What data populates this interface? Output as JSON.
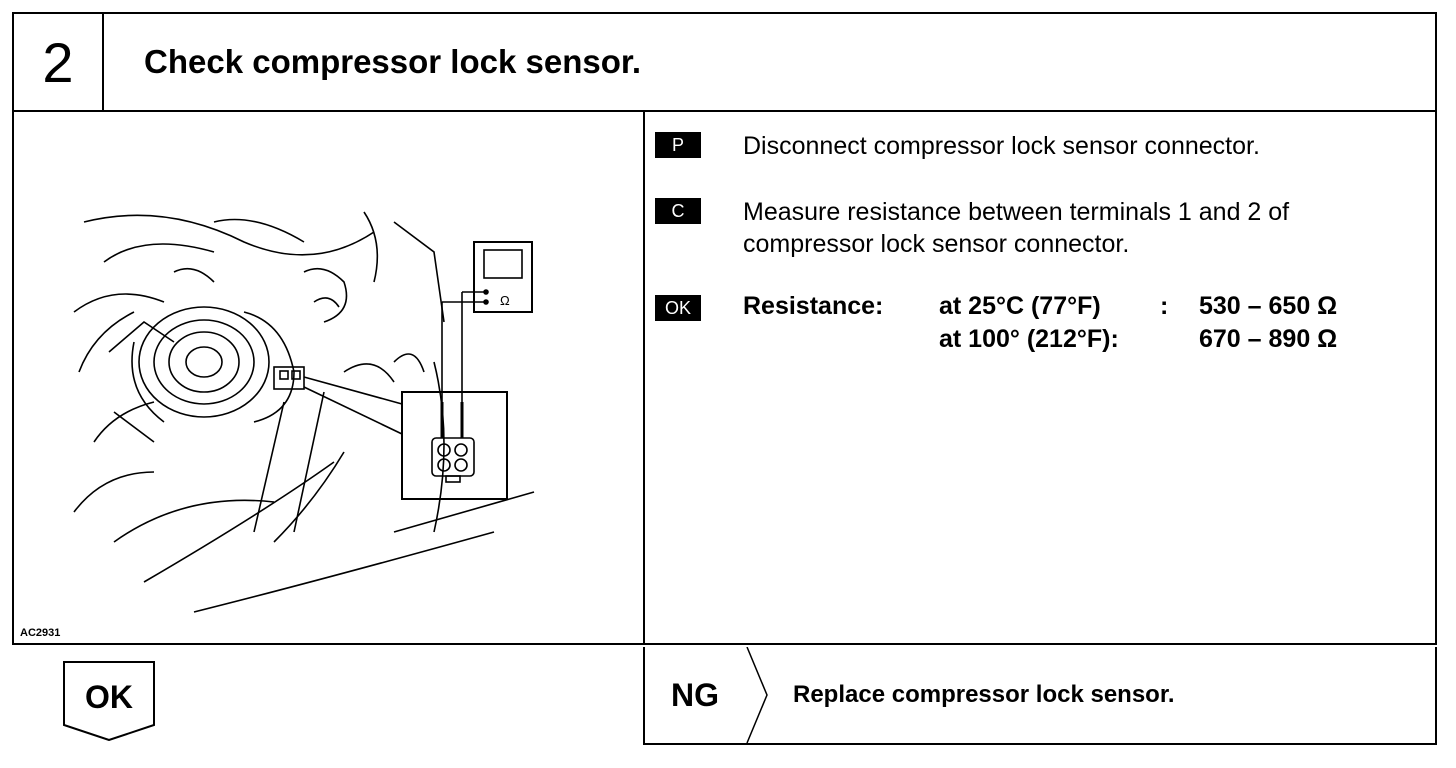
{
  "header": {
    "step_number": "2",
    "title": "Check compressor lock sensor."
  },
  "illustration": {
    "figure_code": "AC2931",
    "meter_symbol": "Ω"
  },
  "instructions": [
    {
      "badge": "P",
      "text": "Disconnect compressor lock sensor connector."
    },
    {
      "badge": "C",
      "text": "Measure resistance between terminals 1 and 2 of compressor lock sensor connector."
    }
  ],
  "ok_spec": {
    "badge": "OK",
    "label": "Resistance:",
    "rows": [
      {
        "condition": "at 25°C (77°F)",
        "sep": ":",
        "value": "530 – 650 Ω"
      },
      {
        "condition": "at 100° (212°F):",
        "sep": "",
        "value": "670 – 890 Ω"
      }
    ]
  },
  "result_ok": {
    "label": "OK"
  },
  "result_ng": {
    "label": "NG",
    "action": "Replace compressor lock sensor."
  }
}
